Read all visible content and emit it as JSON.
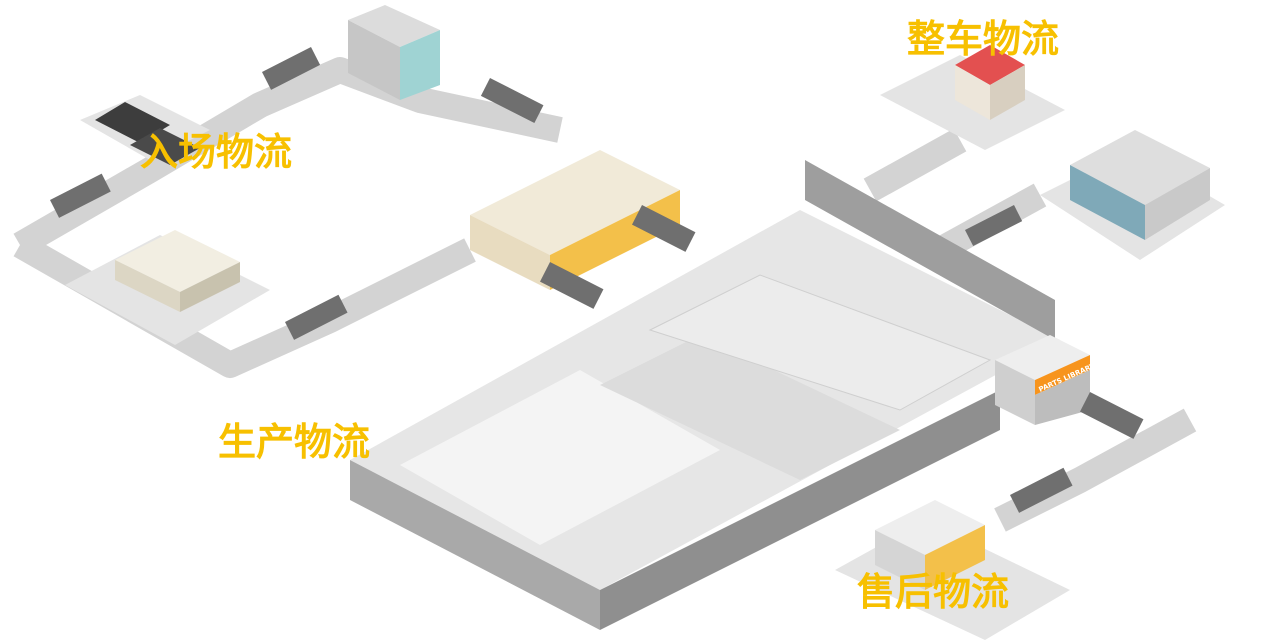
{
  "zones": {
    "inbound": {
      "label": "入场物流"
    },
    "vehicle": {
      "label": "整车物流"
    },
    "production": {
      "label": "生产物流"
    },
    "aftersales": {
      "label": "售后物流"
    }
  },
  "buildings": {
    "parts_library_sign": "PARTS LIBRARY"
  },
  "colors": {
    "label": "#f7c000",
    "platform": "#e4e4e4",
    "road": "#cfcfcf",
    "wall": "#9e9e9e",
    "accent_orange": "#f7941d"
  }
}
